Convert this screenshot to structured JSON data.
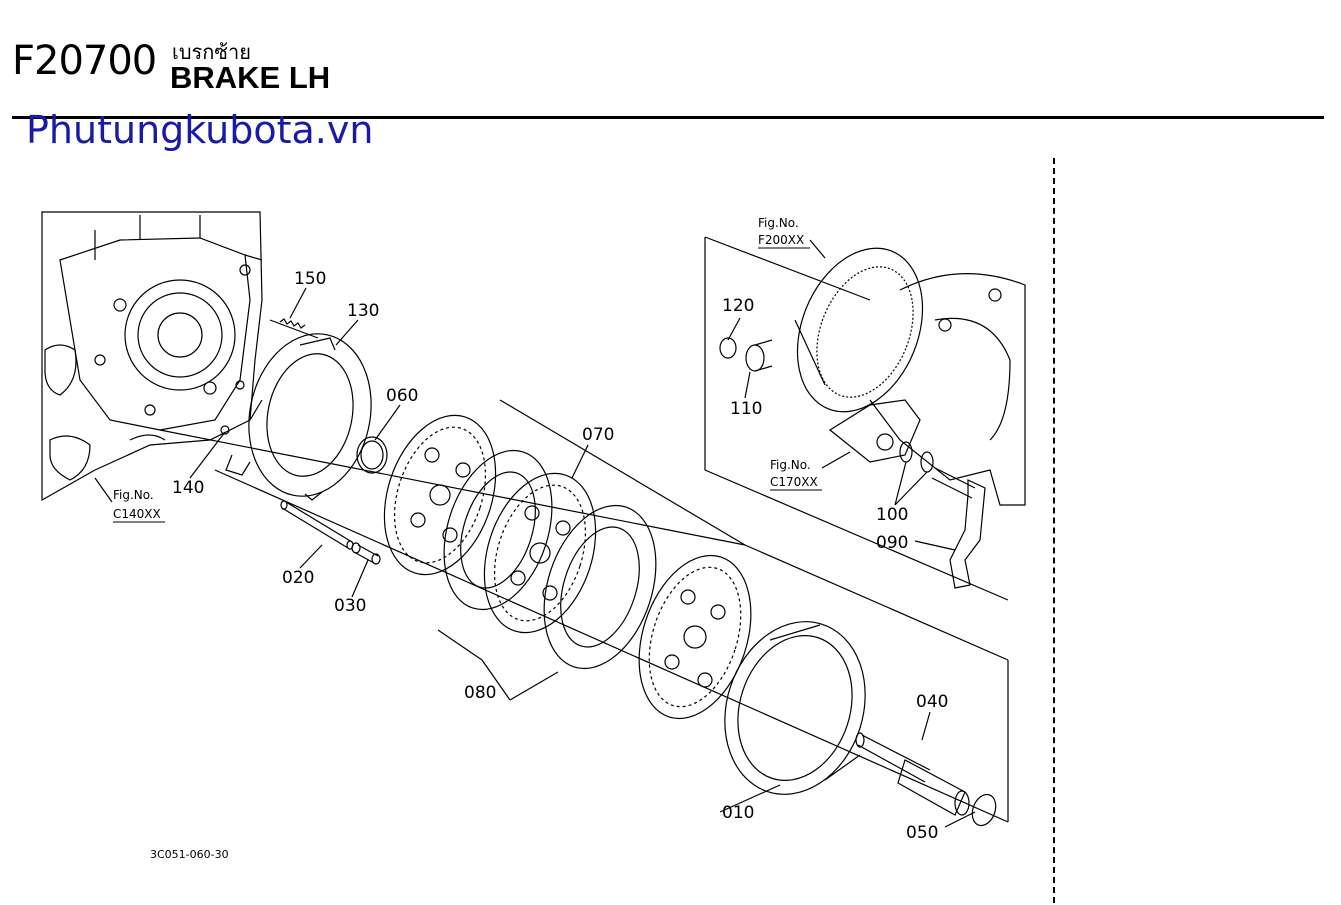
{
  "header": {
    "code": "F20700",
    "title_thai": "เบรกซ้าย",
    "title": "BRAKE LH"
  },
  "watermark": "Phutungkubota.vn",
  "figure_refs": {
    "f200": {
      "line1": "Fig.No.",
      "line2": "F200XX"
    },
    "c170": {
      "line1": "Fig.No.",
      "line2": "C170XX"
    },
    "c140": {
      "line1": "Fig.No.",
      "line2": "C140XX"
    }
  },
  "parts": {
    "p150": "150",
    "p130": "130",
    "p060": "060",
    "p070": "070",
    "p140": "140",
    "p020": "020",
    "p030": "030",
    "p080": "080",
    "p010": "010",
    "p040": "040",
    "p050": "050",
    "p120": "120",
    "p110": "110",
    "p100": "100",
    "p090": "090"
  },
  "drawing_number": "3C051-060-30"
}
